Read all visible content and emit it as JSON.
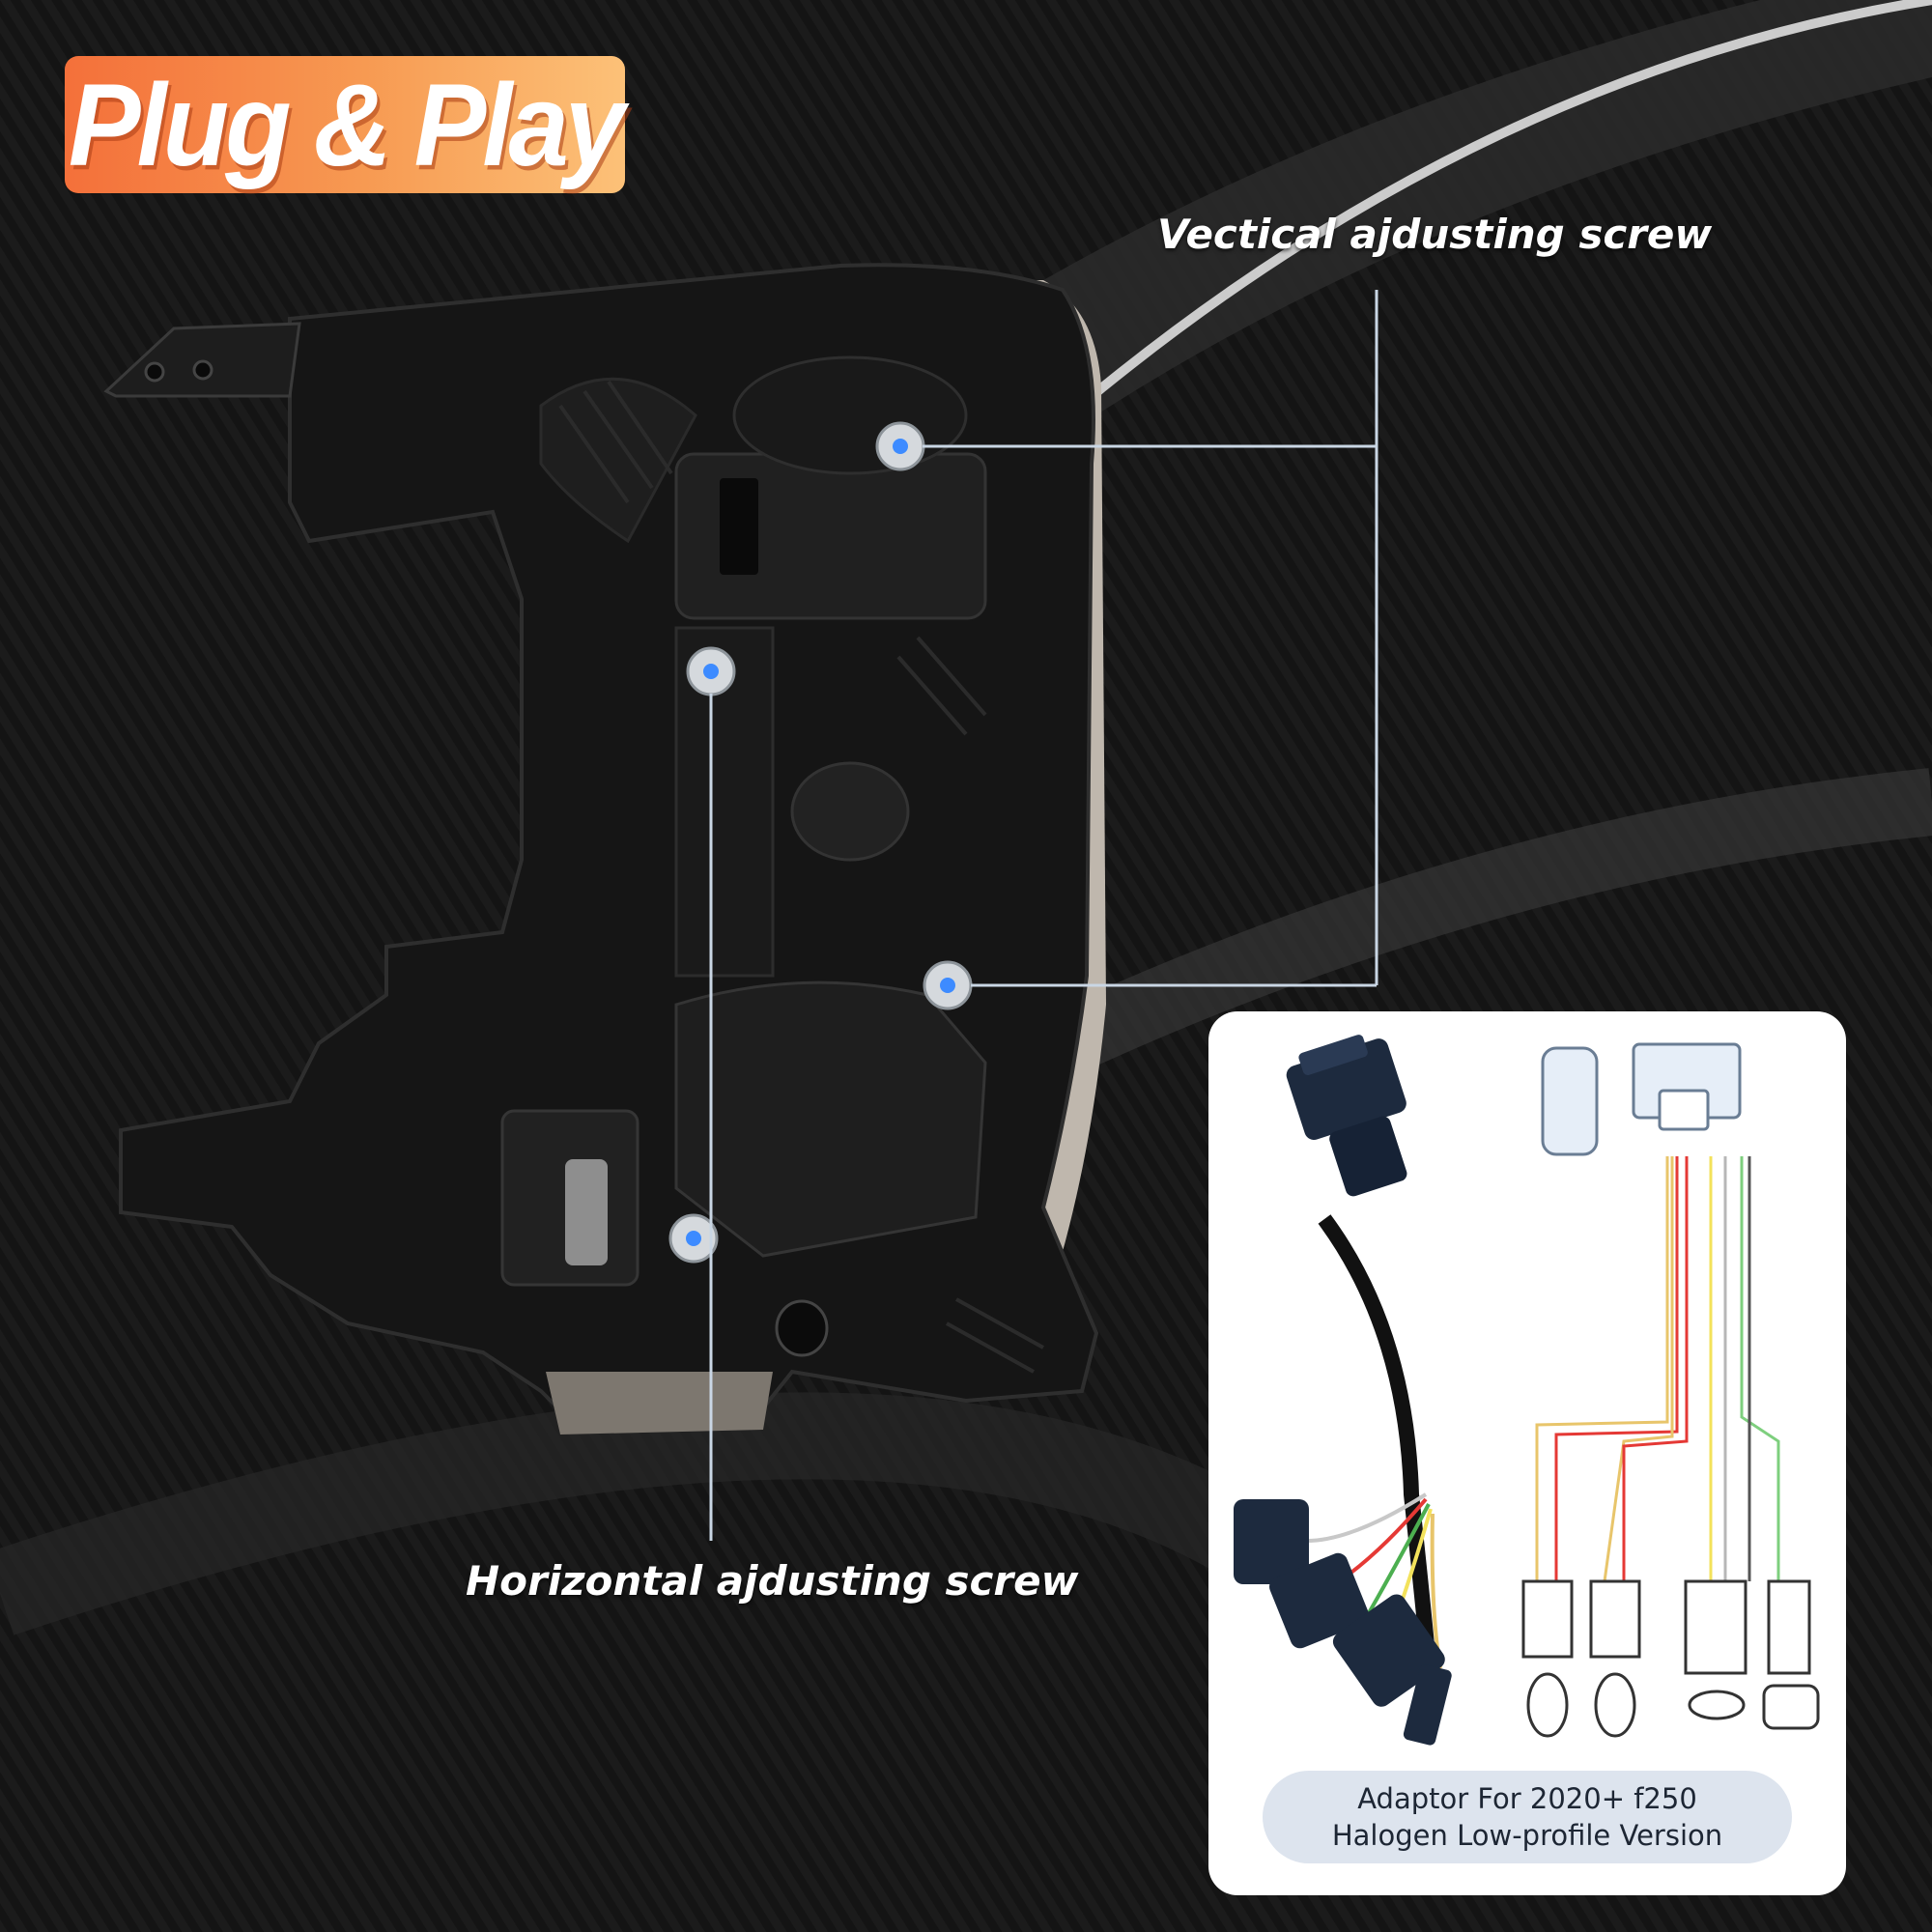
{
  "badge": {
    "label": "Plug & Play"
  },
  "callouts": {
    "vertical": "Vectical ajdusting screw",
    "horizontal": "Horizontal ajdusting screw"
  },
  "adaptor": {
    "caption_line1": "Adaptor For 2020+ f250",
    "caption_line2": "Halogen Low-profile Version",
    "wire_colors": [
      "#e8c56b",
      "#e53935",
      "#7ecf7e",
      "#f3e25b",
      "#b7b7b7"
    ]
  },
  "colors": {
    "background": "#0e0e0e",
    "badge_gradient_start": "#f4703a",
    "badge_gradient_end": "#fcc178",
    "pointer_line": "#c9d6e4",
    "screw_dot": "#3d8bff"
  },
  "icons": [
    "headlight-housing-image",
    "adjusting-screw-icon",
    "harness-adapter-image",
    "connector-pinout-icon"
  ]
}
